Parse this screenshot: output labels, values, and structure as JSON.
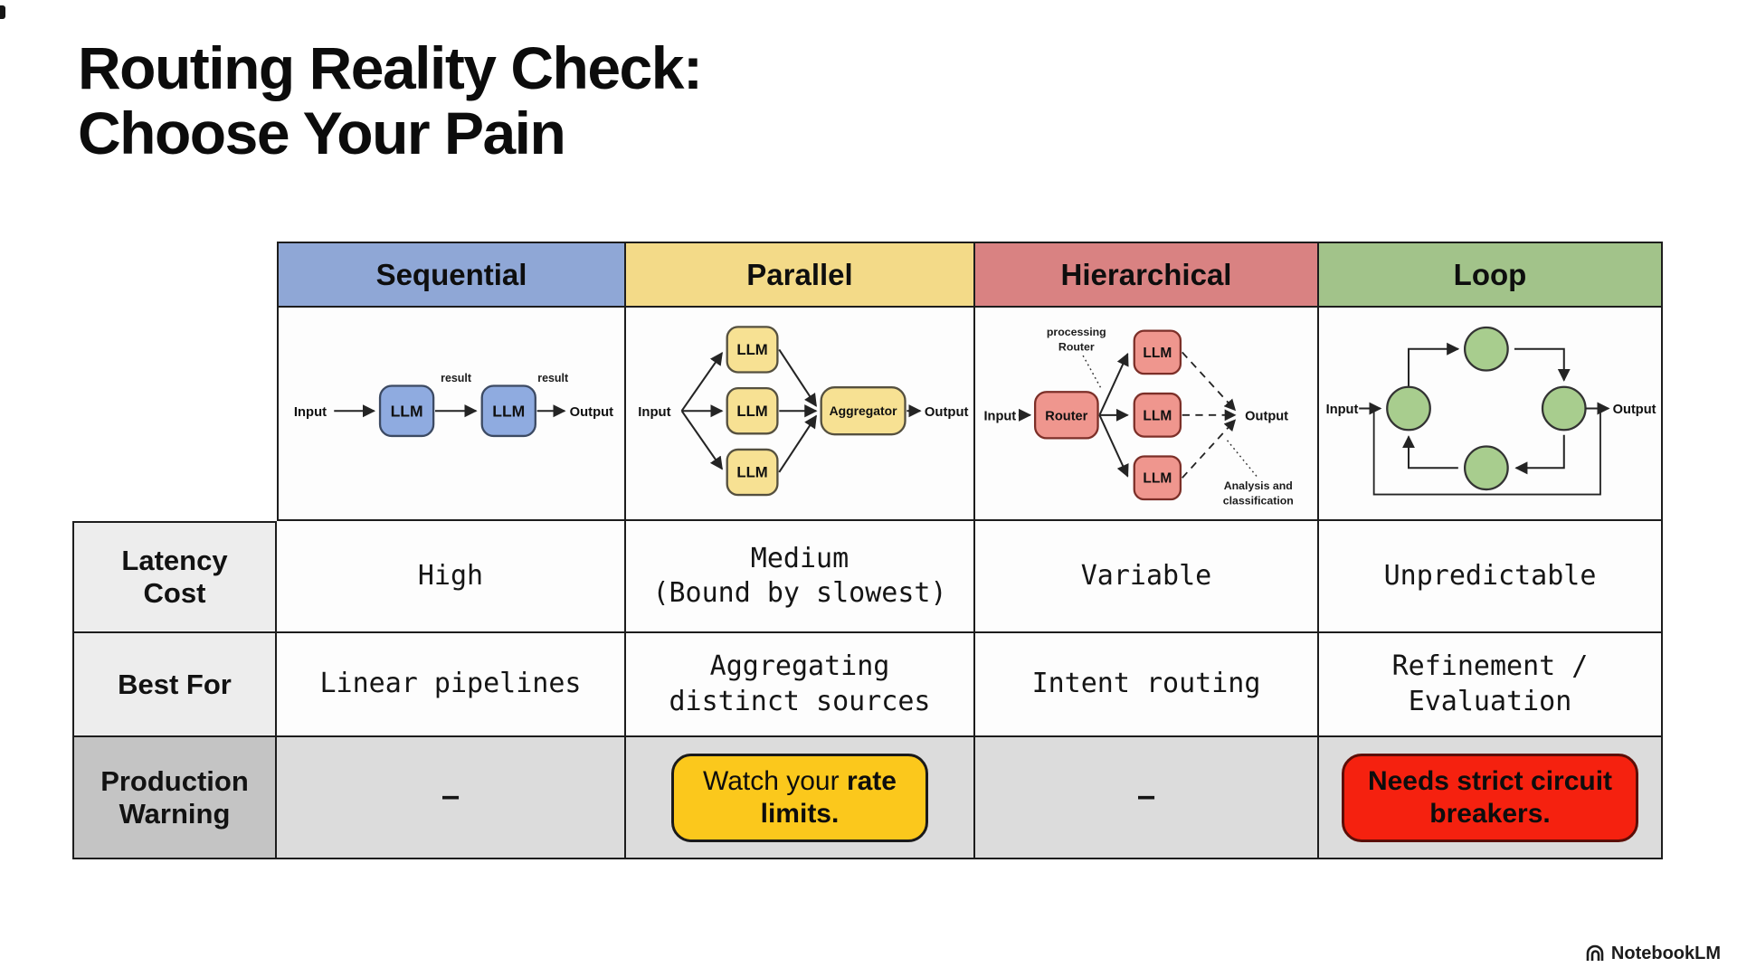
{
  "page": {
    "title_line1": "Routing Reality Check:",
    "title_line2": "Choose Your Pain",
    "brand": "NotebookLM"
  },
  "colors": {
    "sequential_header": "#8fa7d6",
    "parallel_header": "#f3da88",
    "hierarchical_header": "#d98282",
    "loop_header": "#a2c38a",
    "sequential_node_fill": "#8fабe0",
    "parallel_node_fill": "#f7e193",
    "hierarchical_node_fill": "#ef968e",
    "loop_node_fill": "#a8cd8e",
    "warning_yellow": "#fbc81c",
    "warning_red": "#f5210f"
  },
  "columns": {
    "sequential": {
      "label": "Sequential"
    },
    "parallel": {
      "label": "Parallel"
    },
    "hierarchical": {
      "label": "Hierarchical"
    },
    "loop": {
      "label": "Loop"
    }
  },
  "rows": {
    "latency": {
      "label_line1": "Latency",
      "label_line2": "Cost",
      "sequential": "High",
      "parallel_line1": "Medium",
      "parallel_line2": "(Bound by slowest)",
      "hierarchical": "Variable",
      "loop": "Unpredictable"
    },
    "best_for": {
      "label": "Best For",
      "sequential": "Linear pipelines",
      "parallel": "Aggregating distinct sources",
      "hierarchical": "Intent routing",
      "loop": "Refinement / Evaluation"
    },
    "production": {
      "label_line1": "Production",
      "label_line2": "Warning",
      "sequential": "–",
      "parallel_warning_normal": "Watch your ",
      "parallel_warning_bold": "rate limits.",
      "hierarchical": "–",
      "loop_warning": "Needs strict circuit breakers."
    }
  },
  "diagrams": {
    "sequential": {
      "input": "Input",
      "node1": "LLM",
      "edge1": "result",
      "node2": "LLM",
      "edge2": "result",
      "output": "Output"
    },
    "parallel": {
      "input": "Input",
      "node1": "LLM",
      "node2": "LLM",
      "node3": "LLM",
      "aggregator": "Aggregator",
      "output": "Output"
    },
    "hierarchical": {
      "input": "Input",
      "router": "Router",
      "note_line1": "processing",
      "note_line2": "Router",
      "node1": "LLM",
      "node2": "LLM",
      "node3": "LLM",
      "output": "Output",
      "note2_line1": "Analysis and",
      "note2_line2": "classification"
    },
    "loop": {
      "input": "Input",
      "output": "Output"
    }
  }
}
